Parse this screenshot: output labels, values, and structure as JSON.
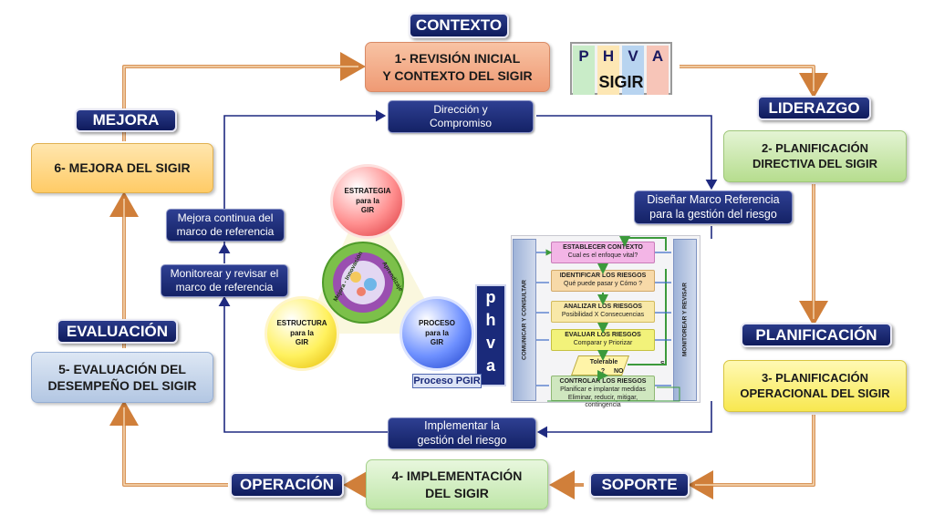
{
  "labels": {
    "contexto": "CONTEXTO",
    "liderazgo": "LIDERAZGO",
    "mejora": "MEJORA",
    "planificacion": "PLANIFICACIÓN",
    "evaluacion": "EVALUACIÓN",
    "operacion": "OPERACIÓN",
    "soporte": "SOPORTE"
  },
  "stages": {
    "s1": {
      "line1": "1-  REVISIÓN INICIAL",
      "line2": "Y CONTEXTO DEL SIGIR"
    },
    "s2": {
      "line1": "2- PLANIFICACIÓN",
      "line2": "DIRECTIVA DEL SIGIR"
    },
    "s3": {
      "line1": "3- PLANIFICACIÓN",
      "line2": "OPERACIONAL DEL SIGIR"
    },
    "s4": {
      "line1": "4- IMPLEMENTACIÓN",
      "line2": "DEL SIGIR"
    },
    "s5": {
      "line1": "5-  EVALUACIÓN DEL",
      "line2": "DESEMPEÑO DEL SIGIR"
    },
    "s6": {
      "line1": "6- MEJORA DEL SIGIR"
    }
  },
  "phva": {
    "letters": [
      "P",
      "H",
      "V",
      "A"
    ],
    "title": "SIGIR"
  },
  "pills": {
    "direccion": {
      "line1": "Dirección  y",
      "line2": "Compromiso"
    },
    "disenar": {
      "line1": "Diseñar Marco Referencia",
      "line2": "para  la gestión del riesgo"
    },
    "implementar": {
      "line1": "Implementar la",
      "line2": "gestión del riesgo"
    },
    "monitorear": {
      "line1": "Monitorear y revisar el",
      "line2": "marco de  referencia"
    },
    "mejora_continua": {
      "line1": "Mejora continua del",
      "line2": "marco de referencia"
    }
  },
  "circles": {
    "estrategia": {
      "line1": "ESTRATEGIA",
      "line2": "para la",
      "line3": "GIR"
    },
    "estructura": {
      "line1": "ESTRUCTURA",
      "line2": "para la",
      "line3": "GIR"
    },
    "proceso": {
      "line1": "PROCESO",
      "line2": "para la",
      "line3": "GIR"
    },
    "hub": {
      "left": "Mejora - Innovación",
      "right": "Aprendizaje"
    }
  },
  "small_phva": {
    "letters": [
      "p",
      "h",
      "v",
      "a"
    ],
    "caption": "Proceso PGIR"
  },
  "process": {
    "comunicar": "COMUNICAR  Y  CONSULTAR",
    "monitorear": "MONITOREAR  Y  REVISAR",
    "steps": [
      {
        "title": "ESTABLECER CONTEXTO",
        "sub": "Cual es el enfoque vital?"
      },
      {
        "title": "IDENTIFICAR  LOS RIESGOS",
        "sub": "Qué puede pasar  y Cómo ?"
      },
      {
        "title": "ANALIZAR  LOS RIESGOS",
        "sub": "Posibilidad X Consecuencias"
      },
      {
        "title": "EVALUAR LOS RIESGOS",
        "sub": "Comparar  y Priorizar"
      },
      {
        "title": "CONTROLAR LOS RIESGOS",
        "sub": "Planificar e implantar medidas",
        "sub2": "Eliminar, reducir, mitigar, contingencia"
      }
    ],
    "decision": {
      "label": "Tolerable",
      "q": "?",
      "no": "NO",
      "si": "SI"
    }
  },
  "colors": {
    "label_bg": "#1b2a70",
    "stage1": "#f4a582",
    "stage2": "#c8e6a8",
    "stage3": "#fff27a",
    "stage4": "#d4f0c4",
    "stage5": "#c9d9ee",
    "stage6": "#ffd98a",
    "outer_arrow": "#c87f3a",
    "inner_arrow": "#1f2a80"
  }
}
